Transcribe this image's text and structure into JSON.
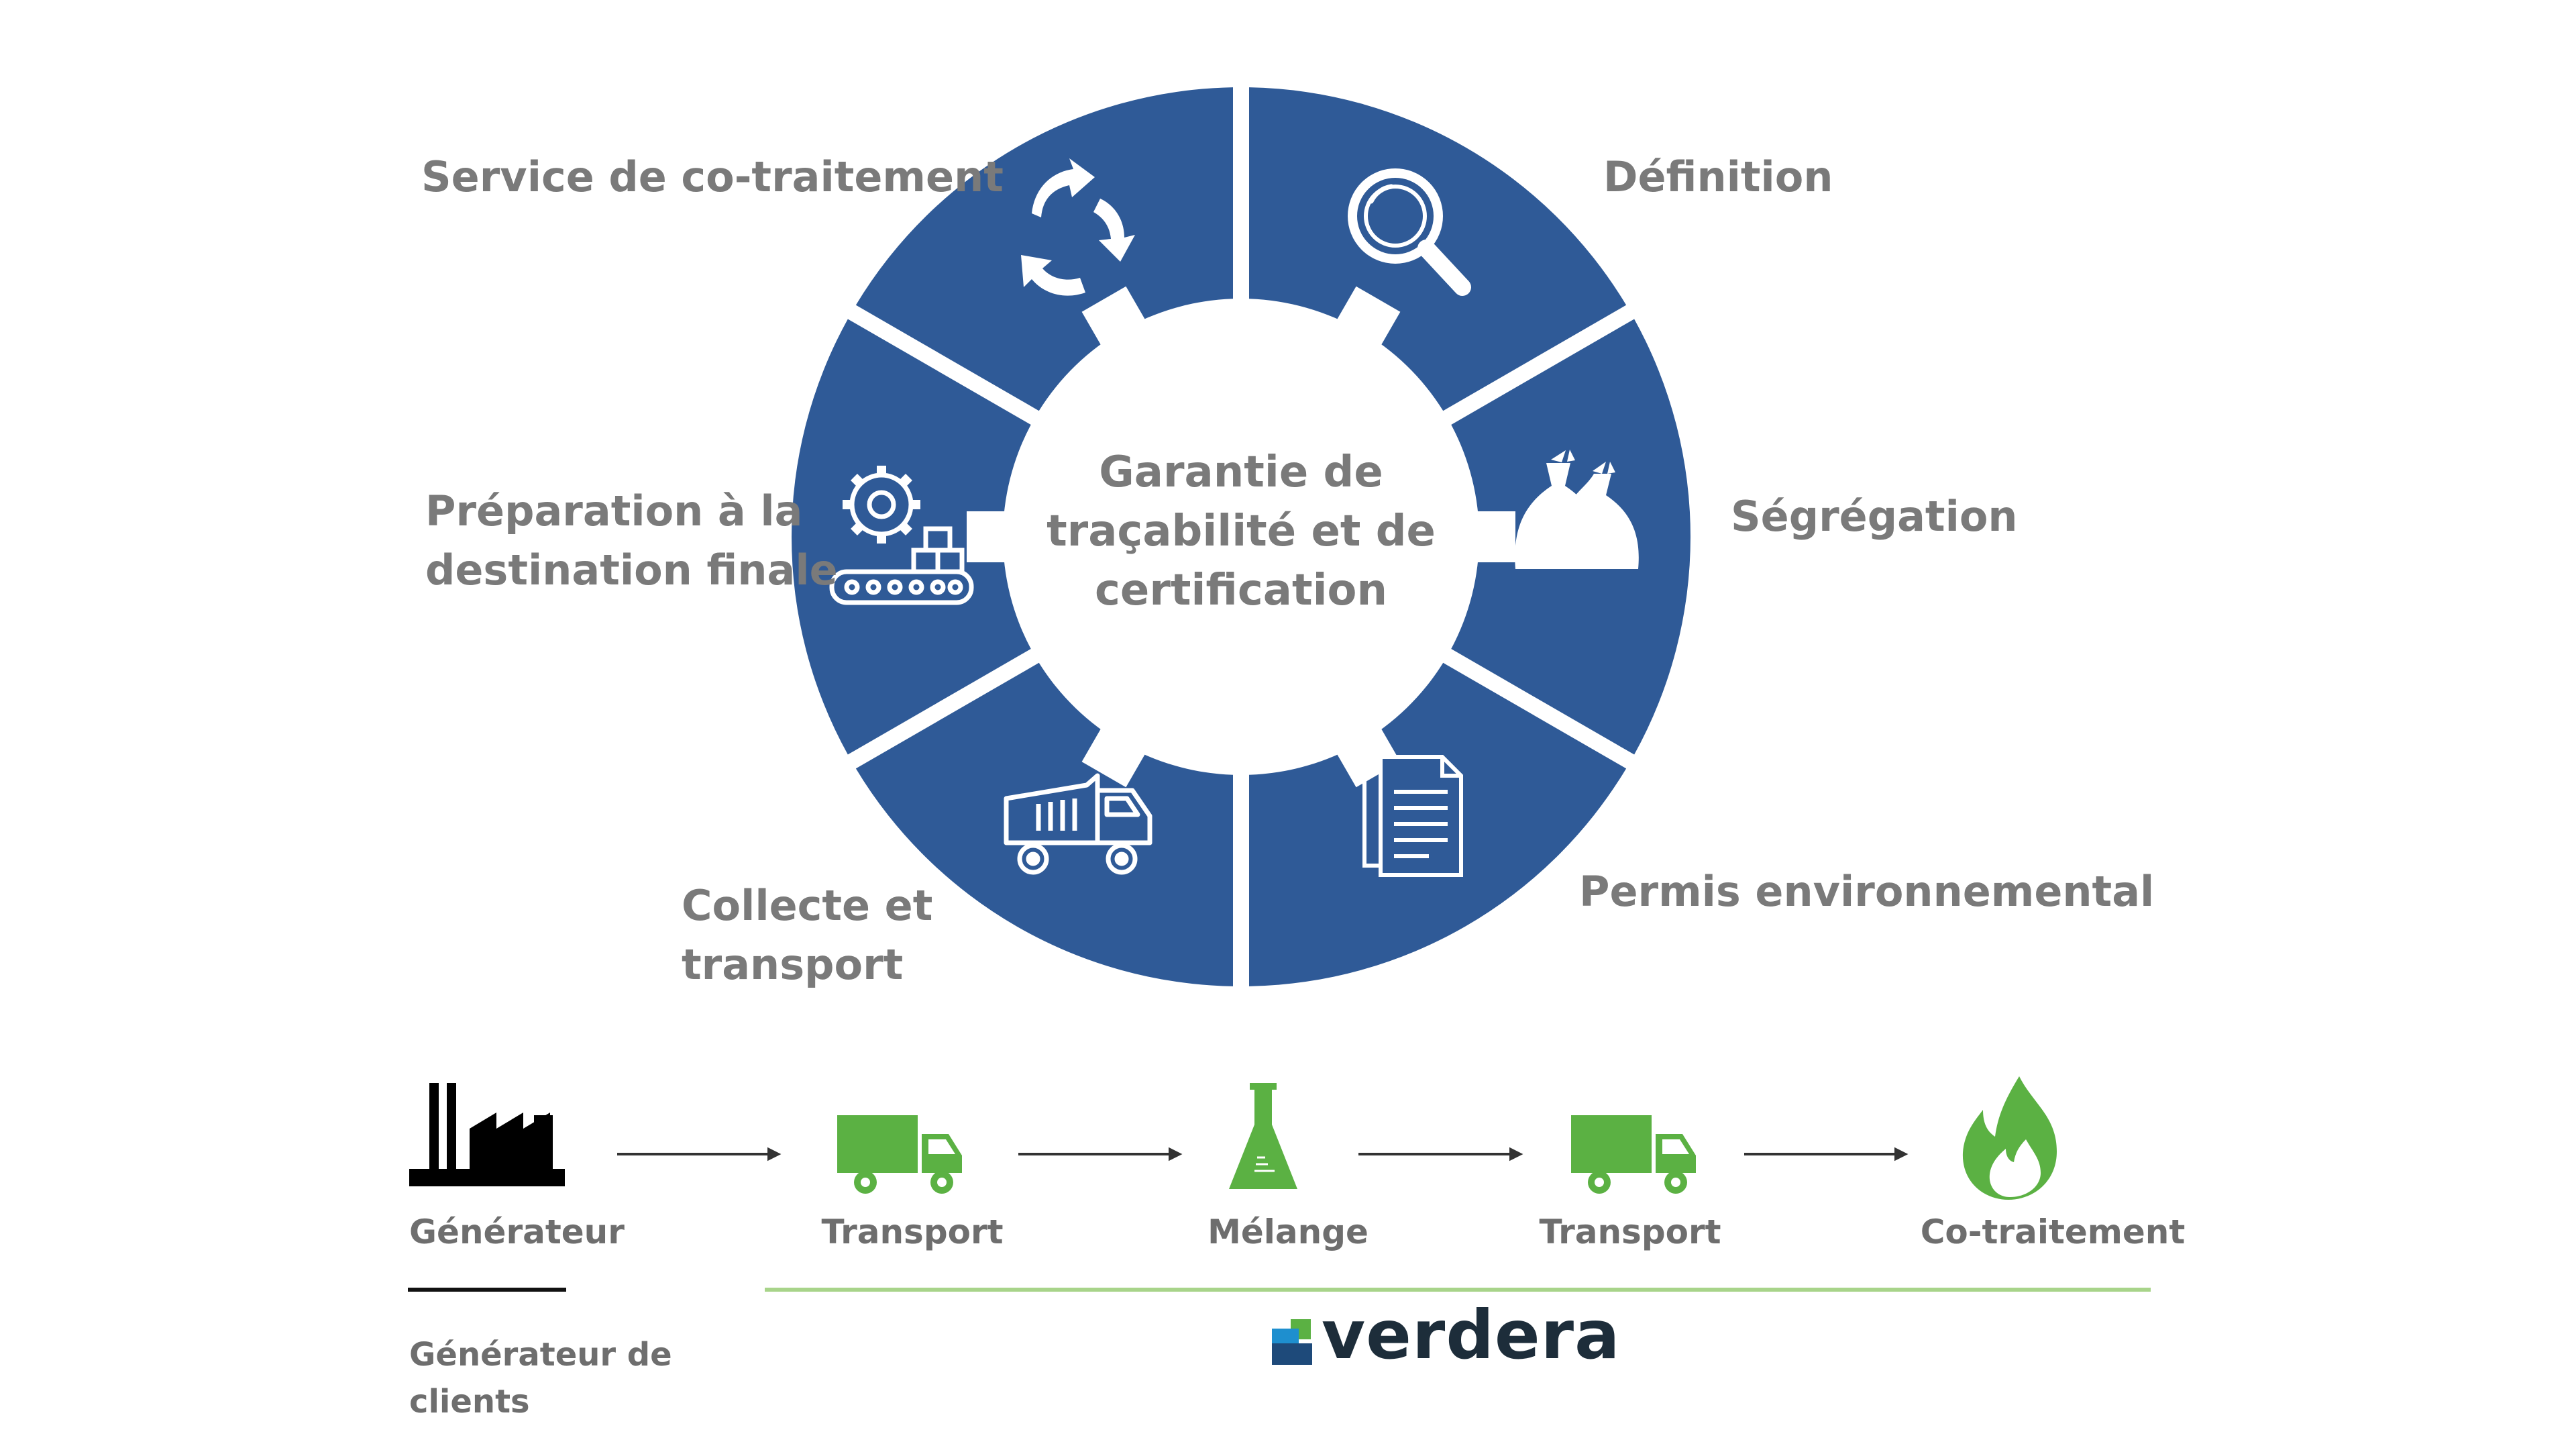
{
  "wheel": {
    "center_lines": [
      "Garantie de",
      "traçabilité et de",
      "certification"
    ],
    "segments": [
      {
        "lines": [
          "Définition"
        ],
        "icon": "magnifier-icon"
      },
      {
        "lines": [
          "Ségrégation"
        ],
        "icon": "waste-bags-icon"
      },
      {
        "lines": [
          "Permis environnemental"
        ],
        "icon": "document-icon"
      },
      {
        "lines": [
          "Collecte et",
          "transport"
        ],
        "icon": "dump-truck-icon"
      },
      {
        "lines": [
          "Préparation à la",
          "destination finale"
        ],
        "icon": "gear-conveyor-icon"
      },
      {
        "lines": [
          "Service de co-traitement"
        ],
        "icon": "recycle-arrows-icon"
      }
    ],
    "colors": {
      "segment": "#2f5a97",
      "icon": "#ffffff",
      "label": "#7a7a7a"
    }
  },
  "flow": {
    "steps": [
      {
        "label": "Générateur",
        "icon": "factory-icon",
        "color": "#000000"
      },
      {
        "label": "Transport",
        "icon": "truck-icon",
        "color": "#5bb143"
      },
      {
        "label": "Mélange",
        "icon": "flask-icon",
        "color": "#5bb143"
      },
      {
        "label": "Transport",
        "icon": "truck-icon",
        "color": "#5bb143"
      },
      {
        "label": "Co-traitement",
        "icon": "flame-icon",
        "color": "#5bb143"
      }
    ],
    "legend_generator": [
      "Générateur de",
      "clients"
    ],
    "legend_line_color": "#000000",
    "verdera_line_color": "#a8d48a"
  },
  "brand": {
    "name": "verdera",
    "logo_icon": "verdera-logo-icon"
  }
}
